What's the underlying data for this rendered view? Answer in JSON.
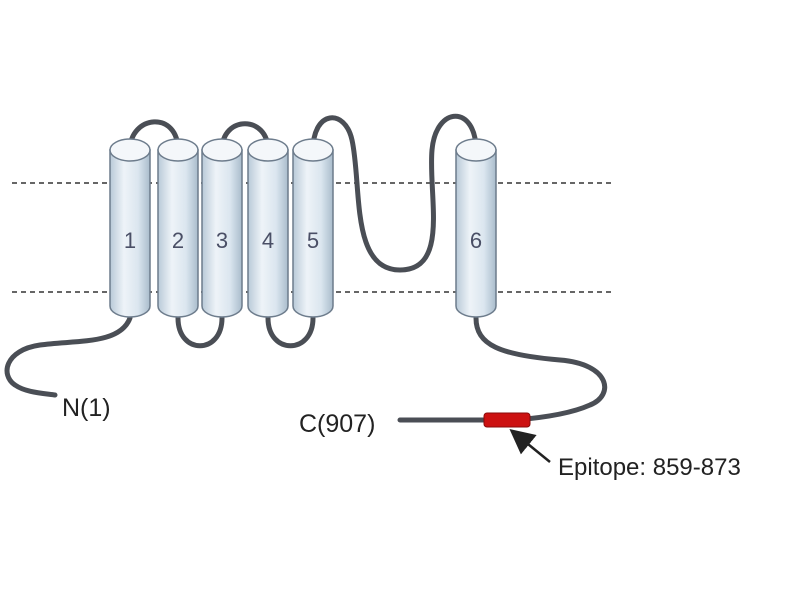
{
  "diagram": {
    "helices": [
      "1",
      "2",
      "3",
      "4",
      "5",
      "6"
    ],
    "n_terminus_label": "N(1)",
    "c_terminus_label": "C(907)",
    "epitope_label": "Epitope: 859-873",
    "colors": {
      "helix_fill_top": "#ffffff",
      "helix_fill_mid": "#dde8f1",
      "helix_fill_shade": "#b9cad8",
      "helix_stroke": "#6d7c8c",
      "loop": "#4a4e55",
      "membrane_line": "#333333",
      "epitope": "#cc1111",
      "text": "#222222"
    },
    "icons": [
      "epitope-arrow-icon"
    ]
  }
}
